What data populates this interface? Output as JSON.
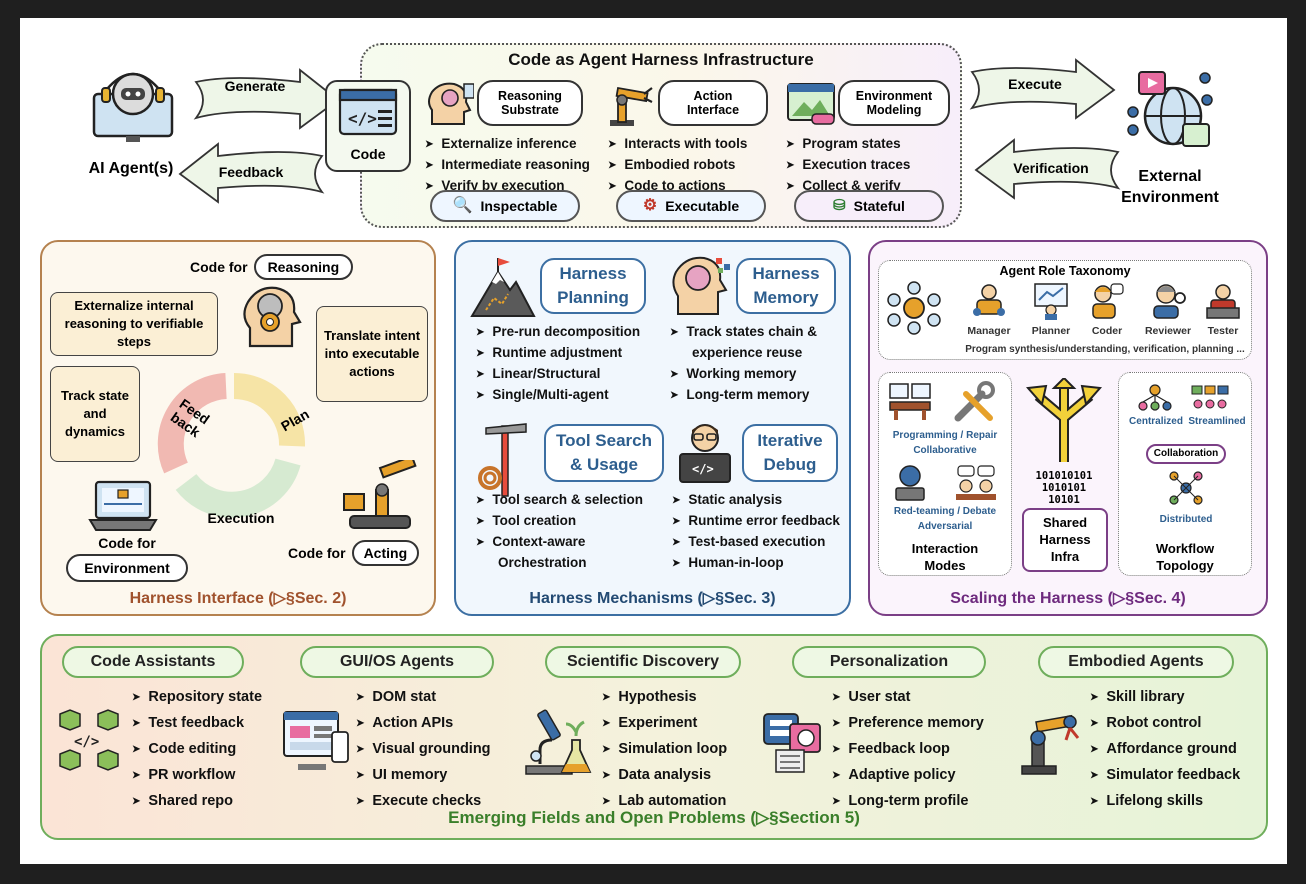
{
  "top": {
    "title": "Code as Agent Harness Infrastructure",
    "agent_label": "AI Agent(s)",
    "generate": "Generate",
    "feedback": "Feedback",
    "code": "Code",
    "execute": "Execute",
    "verification": "Verification",
    "env_label_1": "External",
    "env_label_2": "Environment",
    "columns": [
      {
        "pill_1": "Reasoning",
        "pill_2": "Substrate",
        "items": [
          "Externalize inference",
          "Intermediate reasoning",
          "Verify by execution"
        ],
        "badge": "Inspectable"
      },
      {
        "pill_1": "Action",
        "pill_2": "Interface",
        "items": [
          "Interacts with tools",
          "Embodied robots",
          "Code to actions"
        ],
        "badge": "Executable"
      },
      {
        "pill_1": "Environment",
        "pill_2": "Modeling",
        "items": [
          "Program states",
          "Execution traces",
          "Collect & verify"
        ],
        "badge": "Stateful"
      }
    ]
  },
  "interface": {
    "code_for_1": "Code for",
    "reasoning": "Reasoning",
    "bubble_reason": "Externalize internal reasoning to verifiable steps",
    "bubble_translate": "Translate intent into executable actions",
    "bubble_track": "Track state and dynamics",
    "feedback": "Feed back",
    "plan": "Plan",
    "execution": "Execution",
    "code_for_env": "Code for",
    "environment": "Environment",
    "code_for_act": "Code for",
    "acting": "Acting",
    "footer": "Harness Interface (▷§Sec. 2)"
  },
  "mechanisms": {
    "planning_1": "Harness",
    "planning_2": "Planning",
    "planning_items": [
      "Pre-run decomposition",
      "Runtime adjustment",
      "Linear/Structural",
      "Single/Multi-agent"
    ],
    "memory_1": "Harness",
    "memory_2": "Memory",
    "memory_items": [
      "Track states chain &",
      "experience reuse",
      "Working memory",
      "Long-term memory"
    ],
    "tool_1": "Tool Search",
    "tool_2": "& Usage",
    "tool_items": [
      "Tool search & selection",
      "Tool creation",
      "Context-aware",
      "Orchestration"
    ],
    "debug_1": "Iterative",
    "debug_2": "Debug",
    "debug_items": [
      "Static analysis",
      "Runtime error feedback",
      "Test-based execution",
      "Human-in-loop"
    ],
    "footer": "Harness Mechanisms (▷§Sec. 3)"
  },
  "scaling": {
    "taxonomy_title": "Agent Role Taxonomy",
    "roles": [
      "Manager",
      "Planner",
      "Coder",
      "Reviewer",
      "Tester"
    ],
    "taxonomy_caption": "Program synthesis/understanding, verification, planning ...",
    "prog_label_1": "Programming / Repair",
    "prog_label_2": "Collaborative",
    "red_label_1": "Red-teaming / Debate",
    "red_label_2": "Adversarial",
    "interaction_1": "Interaction",
    "interaction_2": "Modes",
    "binary_1": "101010101",
    "binary_2": "1010101",
    "binary_3": "10101",
    "shared_1": "Shared",
    "shared_2": "Harness",
    "shared_3": "Infra",
    "centralized": "Centralized",
    "streamlined": "Streamlined",
    "collaboration": "Collaboration",
    "distributed": "Distributed",
    "workflow_1": "Workflow",
    "workflow_2": "Topology",
    "footer": "Scaling the Harness (▷§Sec. 4)"
  },
  "emerging": {
    "fields": [
      {
        "title": "Code Assistants",
        "items": [
          "Repository state",
          "Test feedback",
          "Code editing",
          "PR workflow",
          "Shared repo"
        ]
      },
      {
        "title": "GUI/OS Agents",
        "items": [
          "DOM stat",
          "Action APIs",
          "Visual grounding",
          "UI memory",
          "Execute checks"
        ]
      },
      {
        "title": "Scientific Discovery",
        "items": [
          "Hypothesis",
          "Experiment",
          "Simulation loop",
          "Data analysis",
          "Lab automation"
        ]
      },
      {
        "title": "Personalization",
        "items": [
          "User stat",
          "Preference memory",
          "Feedback loop",
          "Adaptive policy",
          "Long-term profile"
        ]
      },
      {
        "title": "Embodied Agents",
        "items": [
          "Skill library",
          "Robot control",
          "Affordance ground",
          "Simulator feedback",
          "Lifelong skills"
        ]
      }
    ],
    "footer": "Emerging Fields and Open Problems (▷§Section 5)"
  },
  "colors": {
    "interface_border": "#b5824f",
    "mechanisms_border": "#3c6fa3",
    "scaling_border": "#7b3f86",
    "emerging_border": "#6fae5c",
    "interface_footer": "#a0522d",
    "mechanisms_footer": "#234a73",
    "scaling_footer": "#6e2a7e",
    "emerging_footer": "#3a7f2a"
  }
}
